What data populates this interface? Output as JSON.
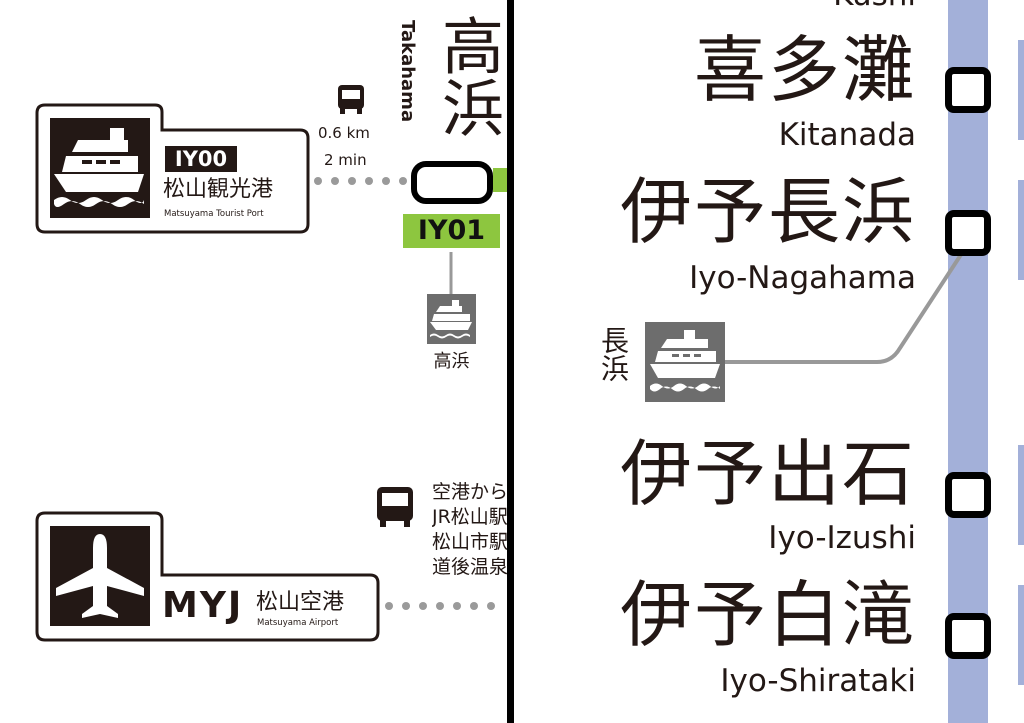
{
  "colors": {
    "line_blue": "#a3b0d9",
    "line_green": "#8dc63f",
    "ink": "#231815",
    "grey_icon": "#6d6d6d",
    "dot_grey": "#9a9a9a"
  },
  "left": {
    "tourist_port": {
      "icon": "ferry-icon",
      "code": "IY00",
      "name_ja": "松山観光港",
      "name_en": "Matsuyama Tourist Port"
    },
    "bus_transfer": {
      "icon": "bus-icon",
      "distance": "0.6 km",
      "time": "2 min"
    },
    "takahama": {
      "name_ja": "高浜",
      "name_en": "Takahama",
      "code": "IY01",
      "ferry_icon": "ferry-icon",
      "ferry_label": "高浜"
    },
    "airport": {
      "icon": "airplane-icon",
      "code": "MYJ",
      "name_ja": "松山空港",
      "name_en": "Matsuyama Airport",
      "bus_icon": "bus-icon",
      "bus_lines": [
        "空港から",
        "JR松山駅",
        "松山市駅",
        "道後温泉"
      ]
    }
  },
  "right": {
    "top_cut_label": "Kushi",
    "stations": [
      {
        "name_ja": "喜多灘",
        "name_en": "Kitanada"
      },
      {
        "name_ja": "伊予長浜",
        "name_en": "Iyo-Nagahama"
      },
      {
        "name_ja": "伊予出石",
        "name_en": "Iyo-Izushi"
      },
      {
        "name_ja": "伊予白滝",
        "name_en": "Iyo-Shirataki"
      }
    ],
    "nagahama_ferry": {
      "icon": "ferry-icon",
      "label": "長浜"
    }
  }
}
